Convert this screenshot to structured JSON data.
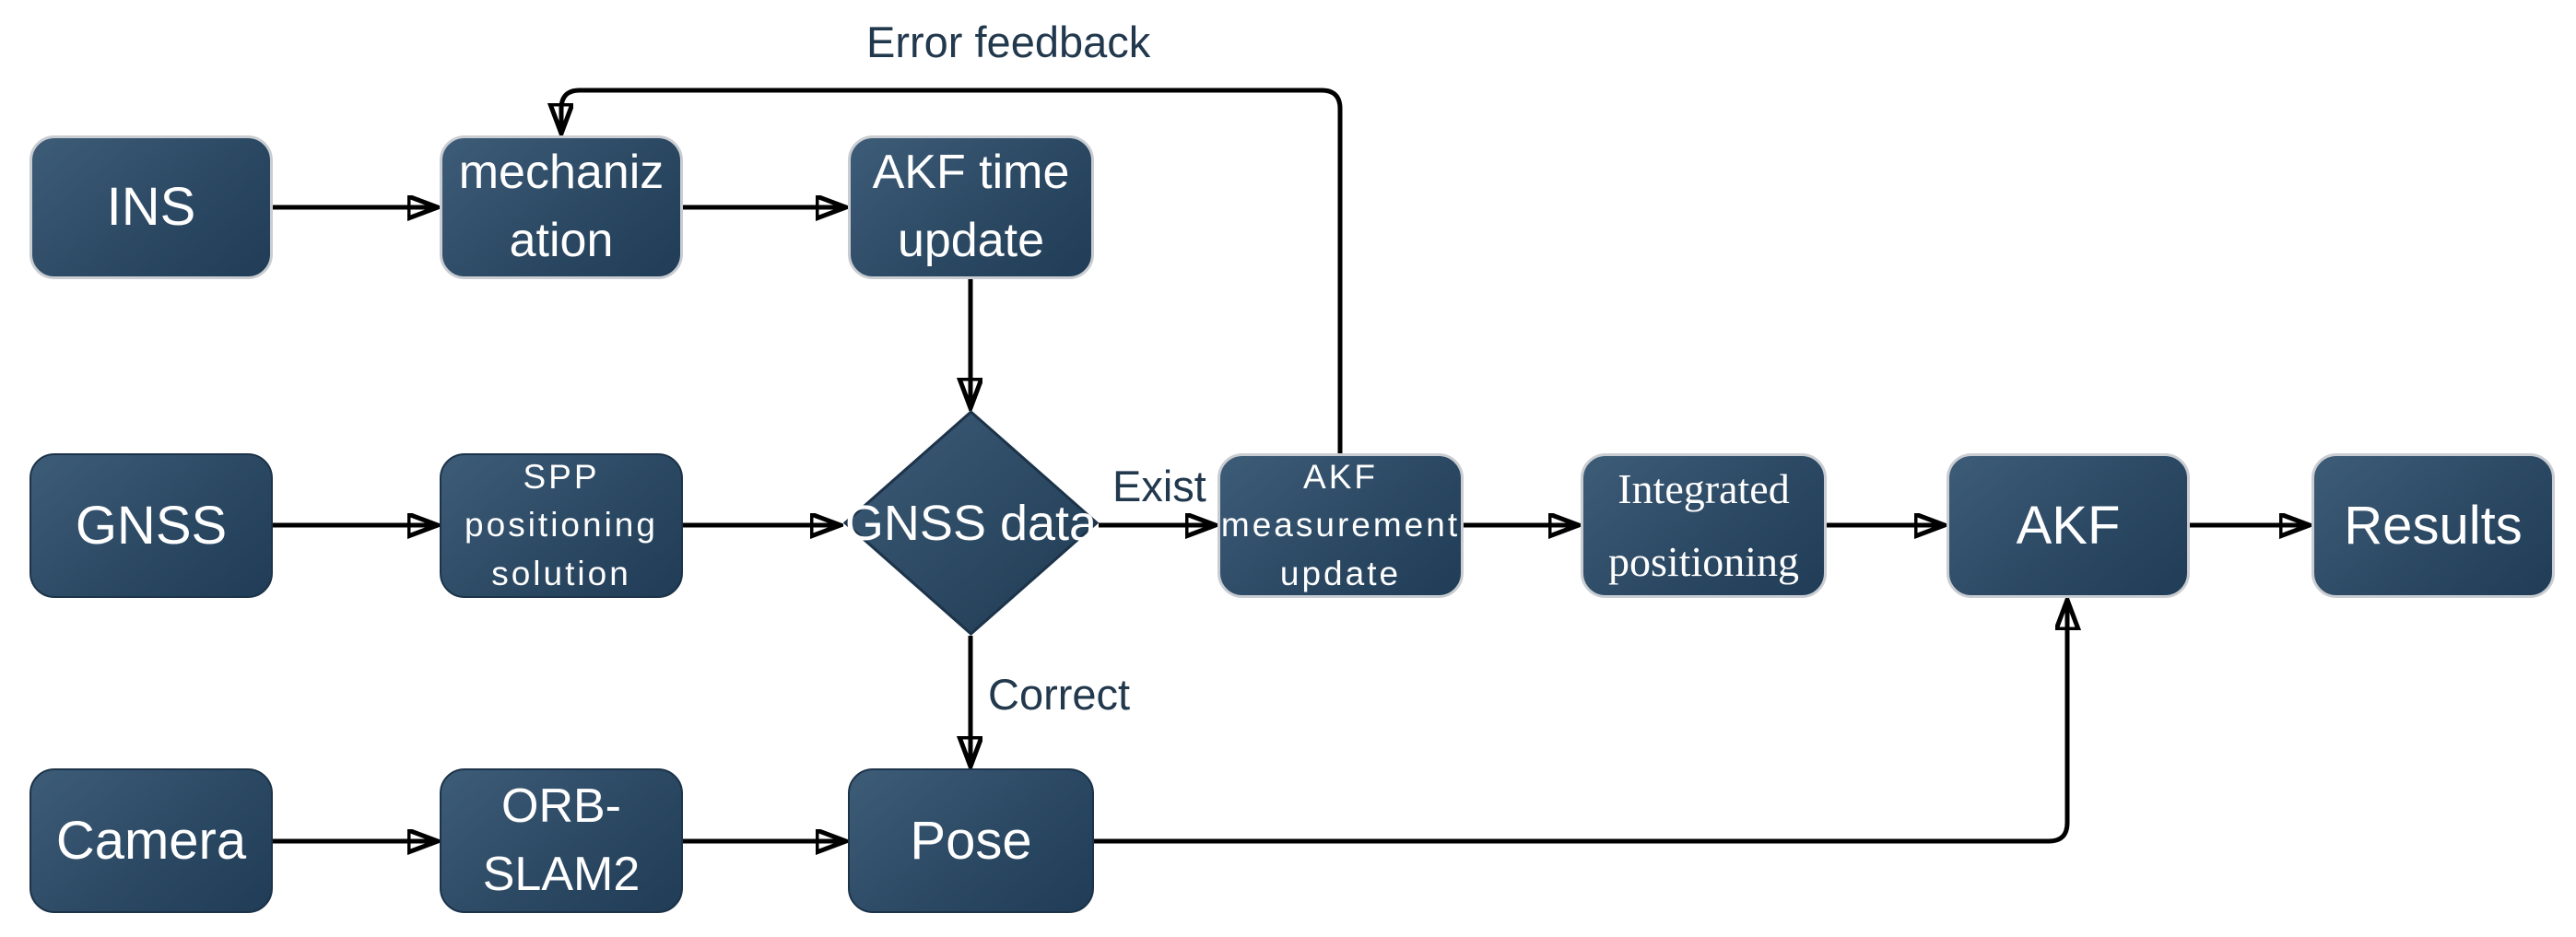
{
  "diagram": {
    "background_color": "#ffffff",
    "arrow_color": "#000000",
    "node_fill_top": "#3d5c77",
    "node_fill_bottom": "#203c56",
    "node_border_light": "#c9cdd2",
    "node_border_dark": "#1c3349",
    "node_text_color": "#ffffff",
    "edge_label_color": "#22384d"
  },
  "nodes": {
    "ins": {
      "label": "INS"
    },
    "mechanization": {
      "label": "mechanization",
      "lines": [
        "mechaniz",
        "ation"
      ]
    },
    "akf_time_update": {
      "label": "AKF time update",
      "lines": [
        "AKF time",
        "update"
      ]
    },
    "gnss": {
      "label": "GNSS"
    },
    "spp_positioning_solution": {
      "label": "SPP positioning solution",
      "lines": [
        "SPP",
        "positioning",
        "solution"
      ]
    },
    "gnss_data": {
      "label": "GNSS data",
      "shape": "diamond"
    },
    "akf_measurement_update": {
      "label": "AKF measurement update",
      "lines": [
        "AKF",
        "measurement",
        "update"
      ]
    },
    "integrated_positioning": {
      "label": "Integrated positioning",
      "lines": [
        "Integrated",
        "positioning"
      ]
    },
    "akf": {
      "label": "AKF"
    },
    "results": {
      "label": "Results"
    },
    "camera": {
      "label": "Camera"
    },
    "orb_slam2": {
      "label": "ORB-SLAM2",
      "lines": [
        "ORB-",
        "SLAM2"
      ]
    },
    "pose": {
      "label": "Pose"
    }
  },
  "edge_labels": {
    "error_feedback": "Error feedback",
    "exist": "Exist",
    "correct": "Correct"
  }
}
